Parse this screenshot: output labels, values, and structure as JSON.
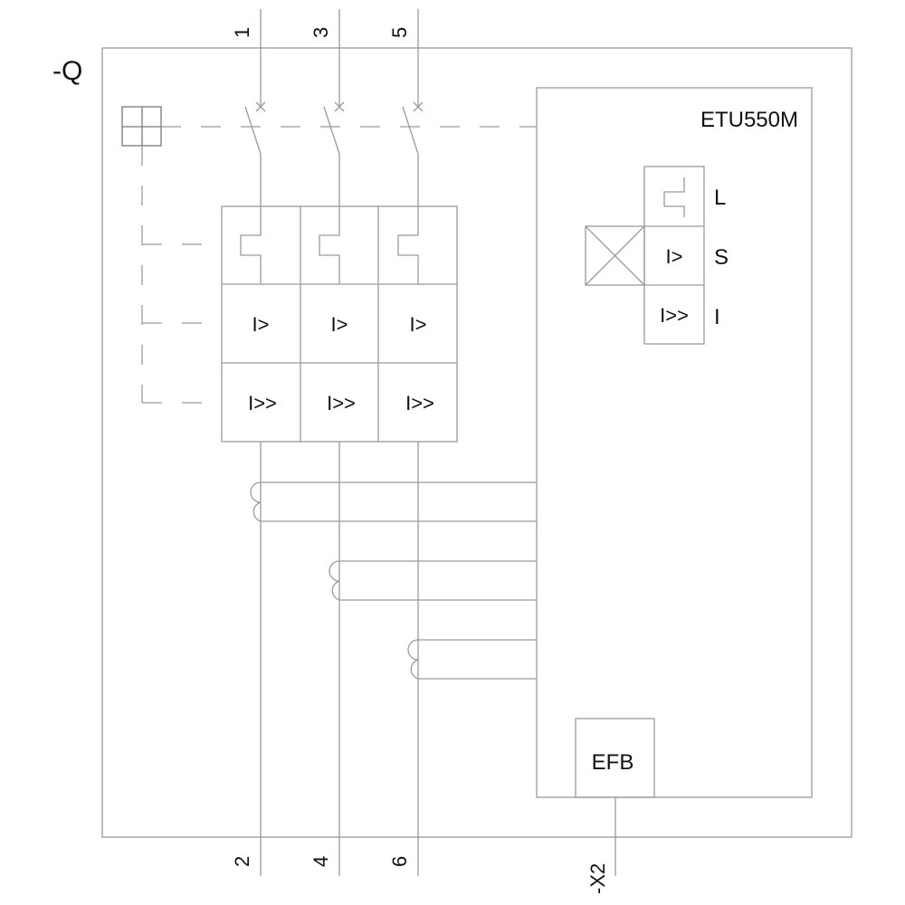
{
  "diagram": {
    "device_designation": "-Q",
    "trip_unit": {
      "model": "ETU550M",
      "functions": [
        {
          "symbol": "",
          "code": "L"
        },
        {
          "symbol": "I>",
          "code": "S"
        },
        {
          "symbol": "I>>",
          "code": "I"
        }
      ]
    },
    "poles": [
      {
        "top_terminal": "1",
        "bottom_terminal": "2",
        "overload_label": "I>",
        "short_circuit_label": "I>>"
      },
      {
        "top_terminal": "3",
        "bottom_terminal": "4",
        "overload_label": "I>",
        "short_circuit_label": "I>>"
      },
      {
        "top_terminal": "5",
        "bottom_terminal": "6",
        "overload_label": "I>",
        "short_circuit_label": "I>>"
      }
    ],
    "efb": {
      "label": "EFB",
      "connector": "-X2"
    },
    "colors": {
      "line": "#9a9a9a",
      "text": "#111111"
    }
  }
}
